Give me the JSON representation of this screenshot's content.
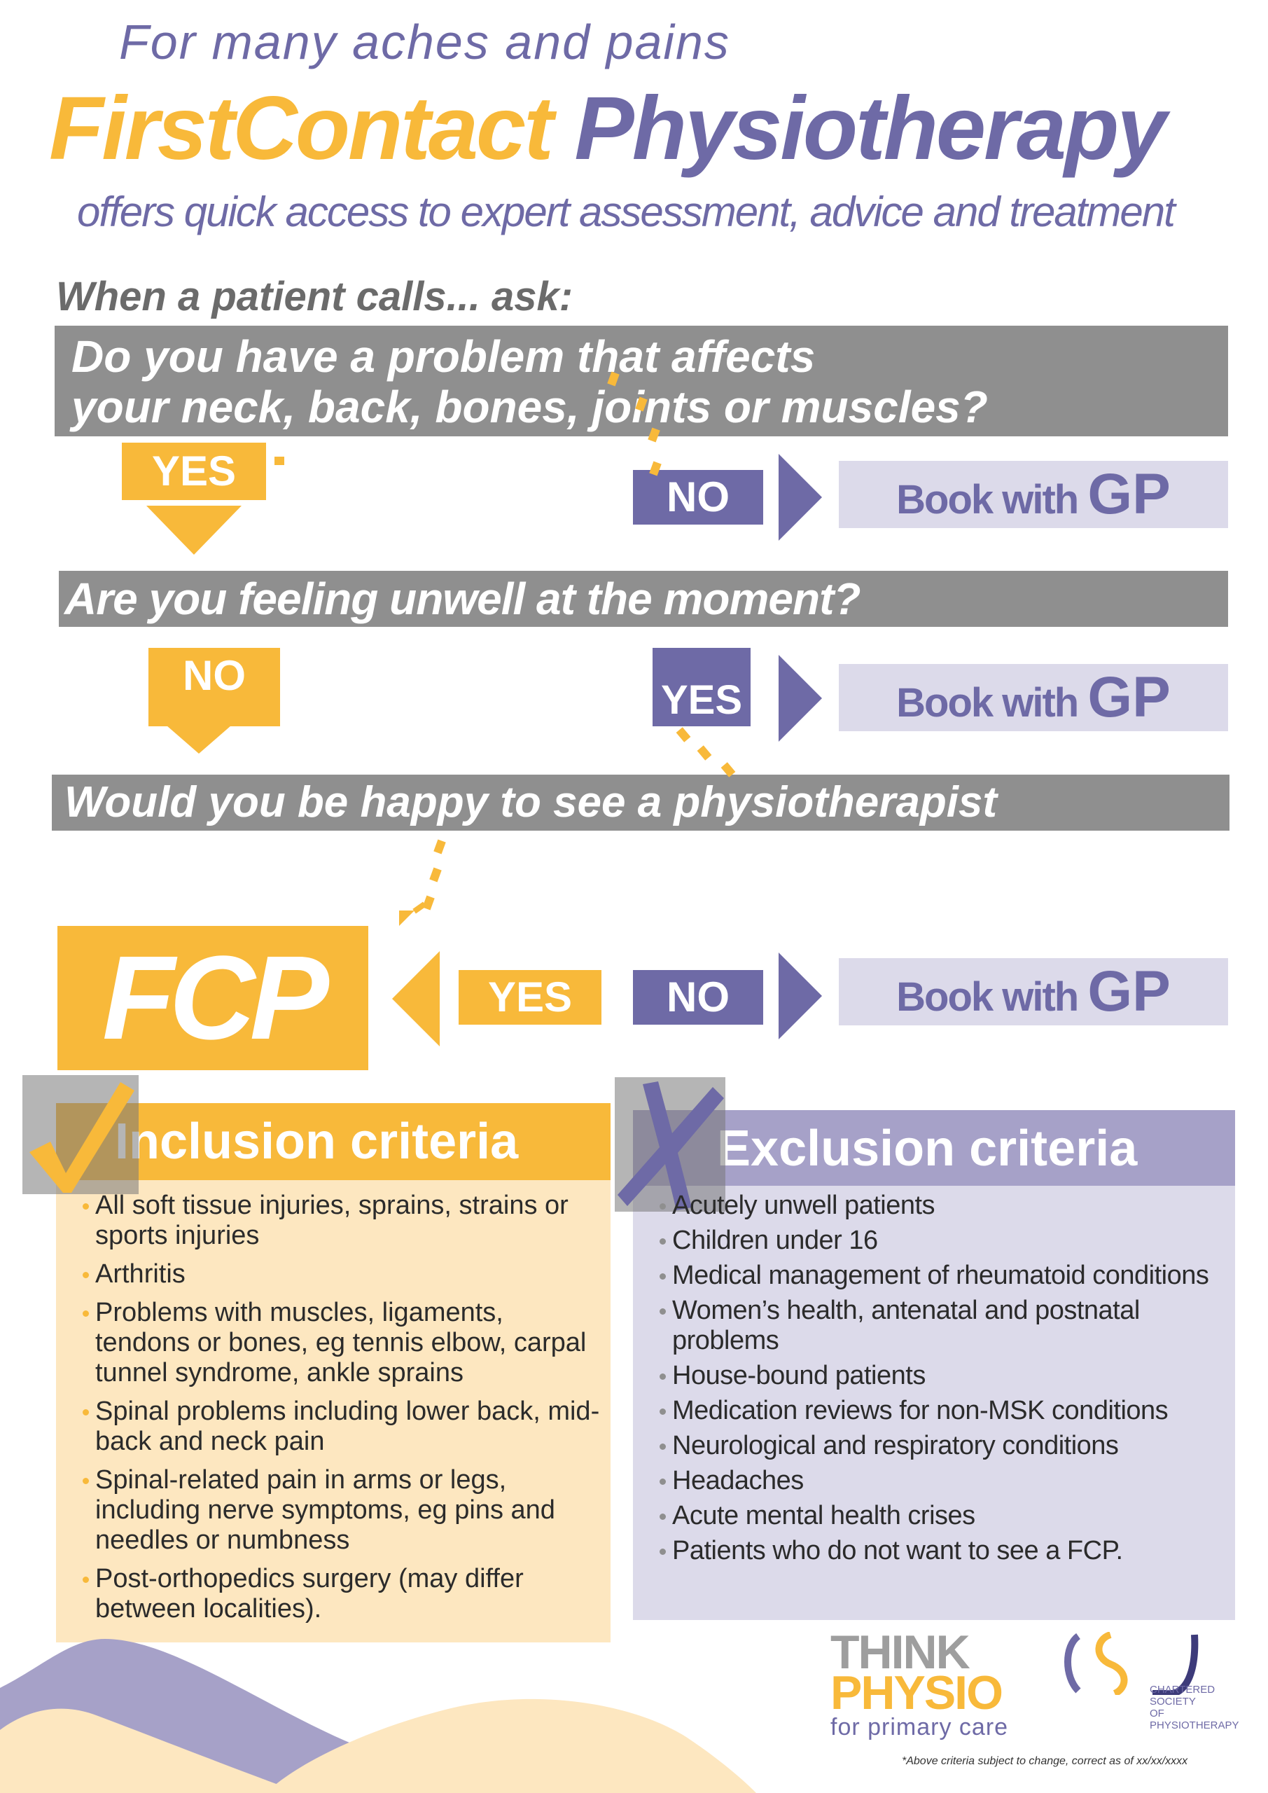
{
  "header": {
    "tagline": "For many aches and pains",
    "title_first": "FirstContact",
    "title_second": "Physiotherapy",
    "subtitle": "offers quick access to expert assessment, advice and treatment"
  },
  "flow": {
    "prompt": "When a patient calls... ask:",
    "q1_line1": "Do you have a problem that affects",
    "q1_line2": "your neck, back, bones, joints or muscles?",
    "q1_yes": "YES",
    "q1_no": "NO",
    "book_prefix": "Book with",
    "book_gp": "GP",
    "q2": "Are you feeling unwell at the moment?",
    "q2_no": "NO",
    "q2_yes": "YES",
    "q3": "Would you be happy to see  a physiotherapist",
    "q3_yes": "YES",
    "q3_no": "NO",
    "fcp": "FCP"
  },
  "inclusion": {
    "heading": "Inclusion criteria",
    "items": [
      "All soft tissue injuries, sprains, strains or sports injuries",
      "Arthritis",
      "Problems with muscles, ligaments, tendons or bones, eg tennis elbow, carpal tunnel syndrome, ankle sprains",
      "Spinal problems including lower back, mid-back and neck pain",
      "Spinal-related pain in arms or legs, including nerve symptoms, eg pins and needles or numbness",
      "Post-orthopedics surgery (may differ between localities)."
    ]
  },
  "exclusion": {
    "heading": "Exclusion criteria",
    "items": [
      "Acutely unwell patients",
      "Children under 16",
      "Medical management of rheumatoid conditions",
      "Women’s health, antenatal and postnatal problems",
      "House-bound patients",
      "Medication reviews for non-MSK conditions",
      "Neurological and respiratory conditions",
      "Headaches",
      "Acute mental health crises",
      "Patients who do not want to see a FCP."
    ]
  },
  "footer": {
    "logo_think": "THINK",
    "logo_physio": "PHYSIO",
    "logo_tag": "for primary care",
    "csp_line1": "CHARTERED",
    "csp_line2": "SOCIETY",
    "csp_line3": "OF",
    "csp_line4": "PHYSIOTHERAPY",
    "footnote": "*Above criteria subject to change, correct as of xx/xx/xxxx"
  },
  "colors": {
    "orange": "#f8b93a",
    "purple": "#6e6aa6",
    "grey": "#8f8f8f",
    "lavender": "#dcdaea",
    "cream": "#fde7c0"
  }
}
